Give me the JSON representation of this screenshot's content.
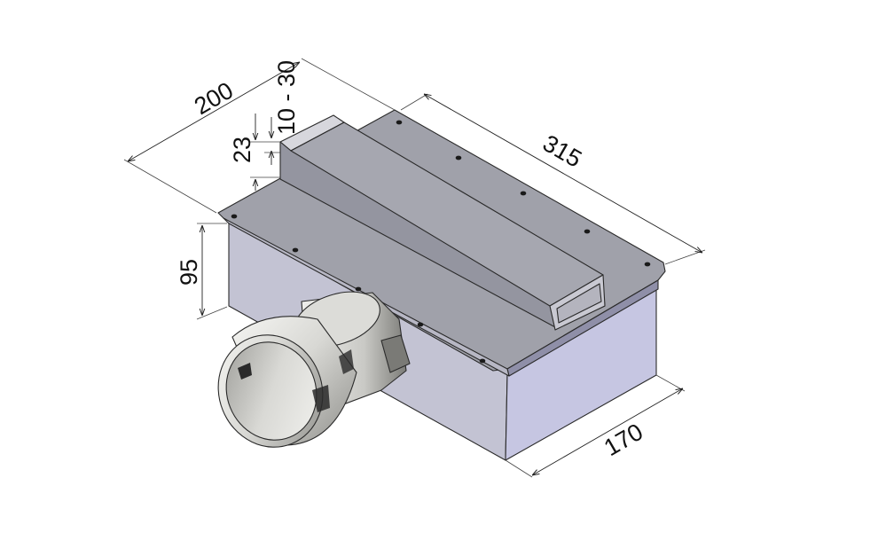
{
  "drawing": {
    "colors": {
      "plate_top": "#9fa0a9",
      "box_side": "#c2c2d6",
      "box_front": "#c7c7e4",
      "channel": "#8e8e9a",
      "pipe_light": "#ebebe8",
      "pipe_dark": "#8a8a87"
    },
    "dimensions": {
      "width": "200",
      "length": "315",
      "depth": "170",
      "height": "95",
      "flange": "23",
      "adjust": "10 - 30"
    }
  }
}
